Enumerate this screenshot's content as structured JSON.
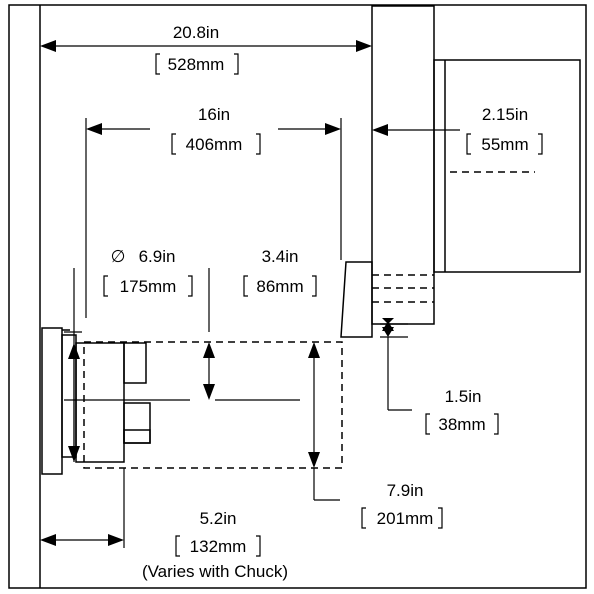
{
  "colors": {
    "line": "#000000",
    "background": "#ffffff"
  },
  "dimensions": {
    "overall_length": {
      "imperial": "20.8in",
      "metric": "528mm"
    },
    "span_length": {
      "imperial": "16in",
      "metric": "406mm"
    },
    "motor_depth": {
      "imperial": "2.15in",
      "metric": "55mm"
    },
    "chuck_diameter": {
      "imperial": "6.9in",
      "metric": "175mm"
    },
    "center_height": {
      "imperial": "3.4in",
      "metric": "86mm"
    },
    "base_offset": {
      "imperial": "1.5in",
      "metric": "38mm"
    },
    "total_height": {
      "imperial": "7.9in",
      "metric": "201mm"
    },
    "chuck_length": {
      "imperial": "5.2in",
      "metric": "132mm",
      "note": "(Varies with Chuck)"
    }
  }
}
